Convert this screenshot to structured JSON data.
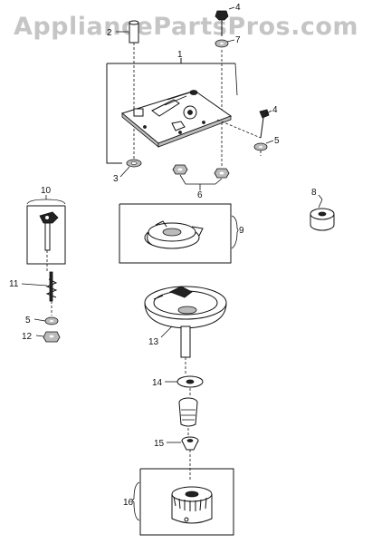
{
  "watermark": "AppliancePartsPros.com",
  "labels": {
    "p1": "1",
    "p2": "2",
    "p3": "3",
    "p4a": "4",
    "p4b": "4",
    "p5a": "5",
    "p5b": "5",
    "p6": "6",
    "p7": "7",
    "p8": "8",
    "p9": "9",
    "p10": "10",
    "p11": "11",
    "p12": "12",
    "p13": "13",
    "p14": "14",
    "p15": "15",
    "p16": "16"
  }
}
